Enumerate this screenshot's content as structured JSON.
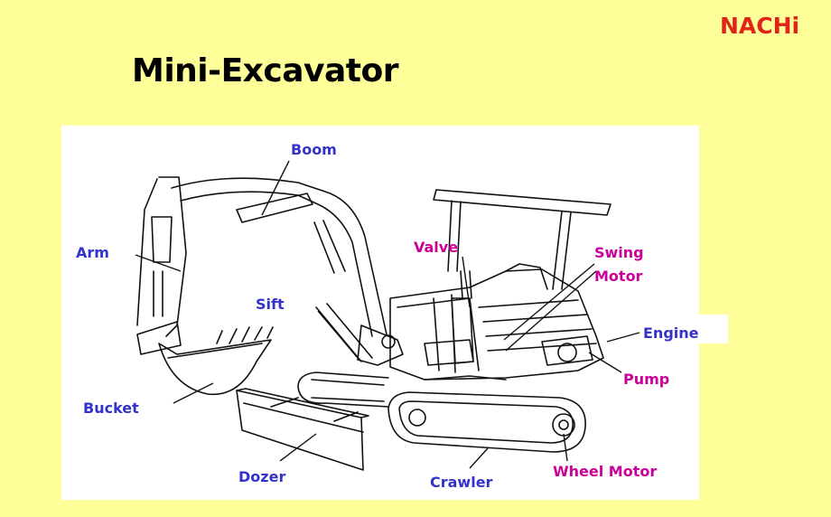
{
  "logo": {
    "text": "NACHi"
  },
  "title": "Mini-Excavator",
  "colors": {
    "background": "#ffff99",
    "logo": "#e2231a",
    "blue_label": "#3333cc",
    "magenta_label": "#cc0099"
  },
  "labels": {
    "boom": "Boom",
    "arm": "Arm",
    "sift": "Sift",
    "bucket": "Bucket",
    "dozer": "Dozer",
    "crawler": "Crawler",
    "valve": "Valve",
    "swing_motor_1": "Swing",
    "swing_motor_2": "Motor",
    "engine": "Engine",
    "pump": "Pump",
    "wheel_motor": "Wheel Motor"
  }
}
